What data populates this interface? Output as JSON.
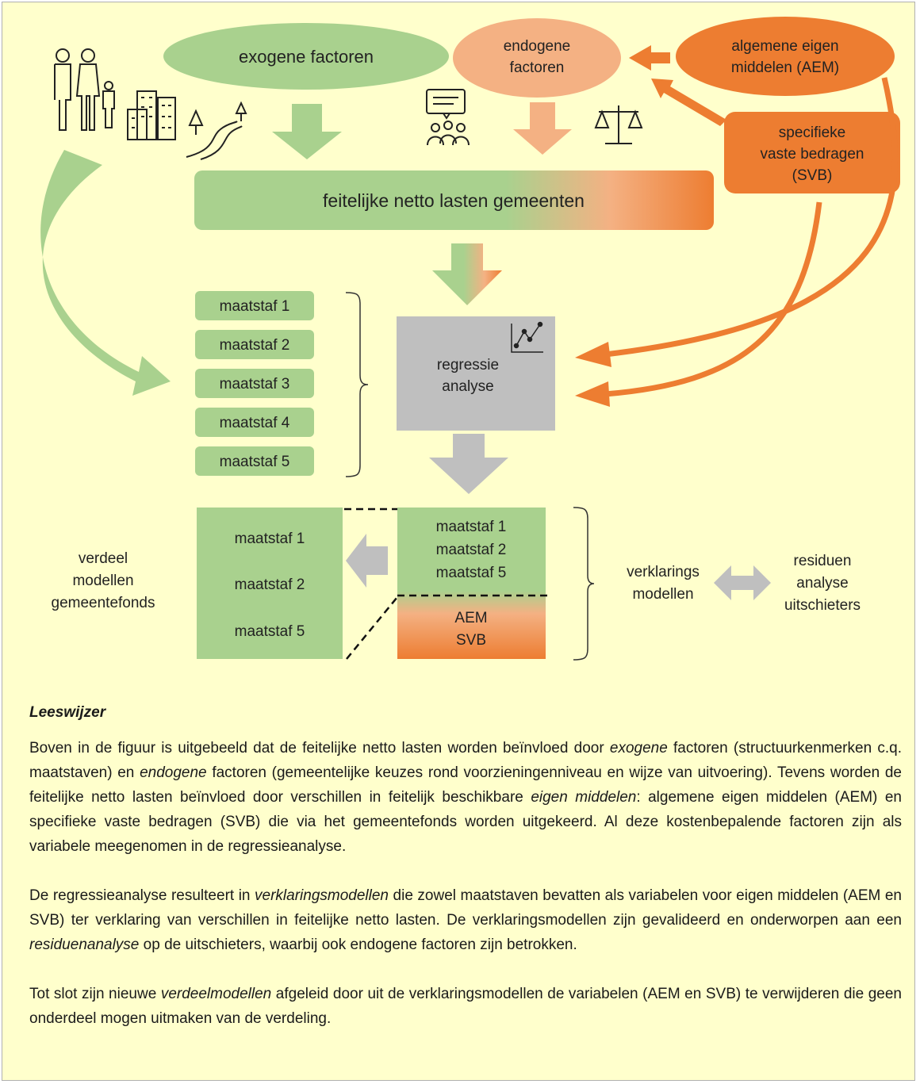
{
  "top": {
    "exogene": "exogene factoren",
    "endogene": [
      "endogene",
      "factoren"
    ],
    "aem": [
      "algemene eigen",
      "middelen (AEM)"
    ],
    "svb": [
      "specifieke",
      "vaste bedragen",
      "(SVB)"
    ],
    "netto_lasten": "feitelijke netto lasten gemeenten"
  },
  "middle": {
    "maatstaven": [
      "maatstaf 1",
      "maatstaf 2",
      "maatstaf 3",
      "maatstaf 4",
      "maatstaf 5"
    ],
    "regressie": [
      "regressie",
      "analyse"
    ]
  },
  "bottom": {
    "verdeel_box": [
      "maatstaf 1",
      "maatstaf 2",
      "maatstaf 5"
    ],
    "verklaring_box": [
      "maatstaf 1",
      "maatstaf 2",
      "maatstaf 5"
    ],
    "eigen_middelen": [
      "AEM",
      "SVB"
    ],
    "verdeel_label": [
      "verdeel",
      "modellen",
      "gemeentefonds"
    ],
    "verklarings_label": [
      "verklarings",
      "modellen"
    ],
    "residuen_label": [
      "residuen",
      "analyse",
      "uitschieters"
    ]
  },
  "icons": [
    "family-icon",
    "buildings-icon",
    "road-trees-icon",
    "meeting-icon",
    "scales-icon",
    "chart-icon"
  ],
  "colors": {
    "green": "#a9d18e",
    "peach": "#f4b183",
    "orange": "#ed7d31",
    "gray": "#bfbfbf",
    "background": "#ffffcc"
  },
  "legend": {
    "title": "Leeswijzer",
    "p1": {
      "a": "Boven in de figuur is uitgebeeld dat de feitelijke netto lasten worden beïnvloed door ",
      "b": "exogene",
      "c": " factoren (structuur­kenmerken c.q. maatstaven) en ",
      "d": "endogene",
      "e": " factoren (gemeentelijke keuzes rond voorzieningenniveau en wijze van uitvoering). Tevens worden de feitelijke netto lasten beïnvloed door verschillen in feitelijk beschikbare ",
      "f": "eigen midde­len",
      "g": ": algemene eigen middelen (AEM) en specifieke vaste bedragen (SVB) die via het gemeentefonds worden uit­gekeerd. Al deze kostenbepalende factoren zijn als variabele meegenomen in de regressieanalyse."
    },
    "p2": {
      "a": "De regressieanalyse resulteert in ",
      "b": "verklaringsmodellen",
      "c": " die zowel maatstaven bevatten als variabelen voor eigen middelen (AEM en SVB) ter verklaring van verschillen in feitelijke netto lasten. De verklaringsmodellen zijn gevali­deerd en onderworpen aan een ",
      "d": "residuenanalyse",
      "e": " op de uitschieters, waarbij ook endogene factoren zijn betrokken."
    },
    "p3": {
      "a": "Tot slot zijn nieuwe ",
      "b": "verdeelmodellen",
      "c": " afgeleid door uit de verklaringsmodellen de variabelen (AEM en SVB) te ver­wijderen die geen onderdeel mogen uitmaken van de verdeling."
    }
  }
}
